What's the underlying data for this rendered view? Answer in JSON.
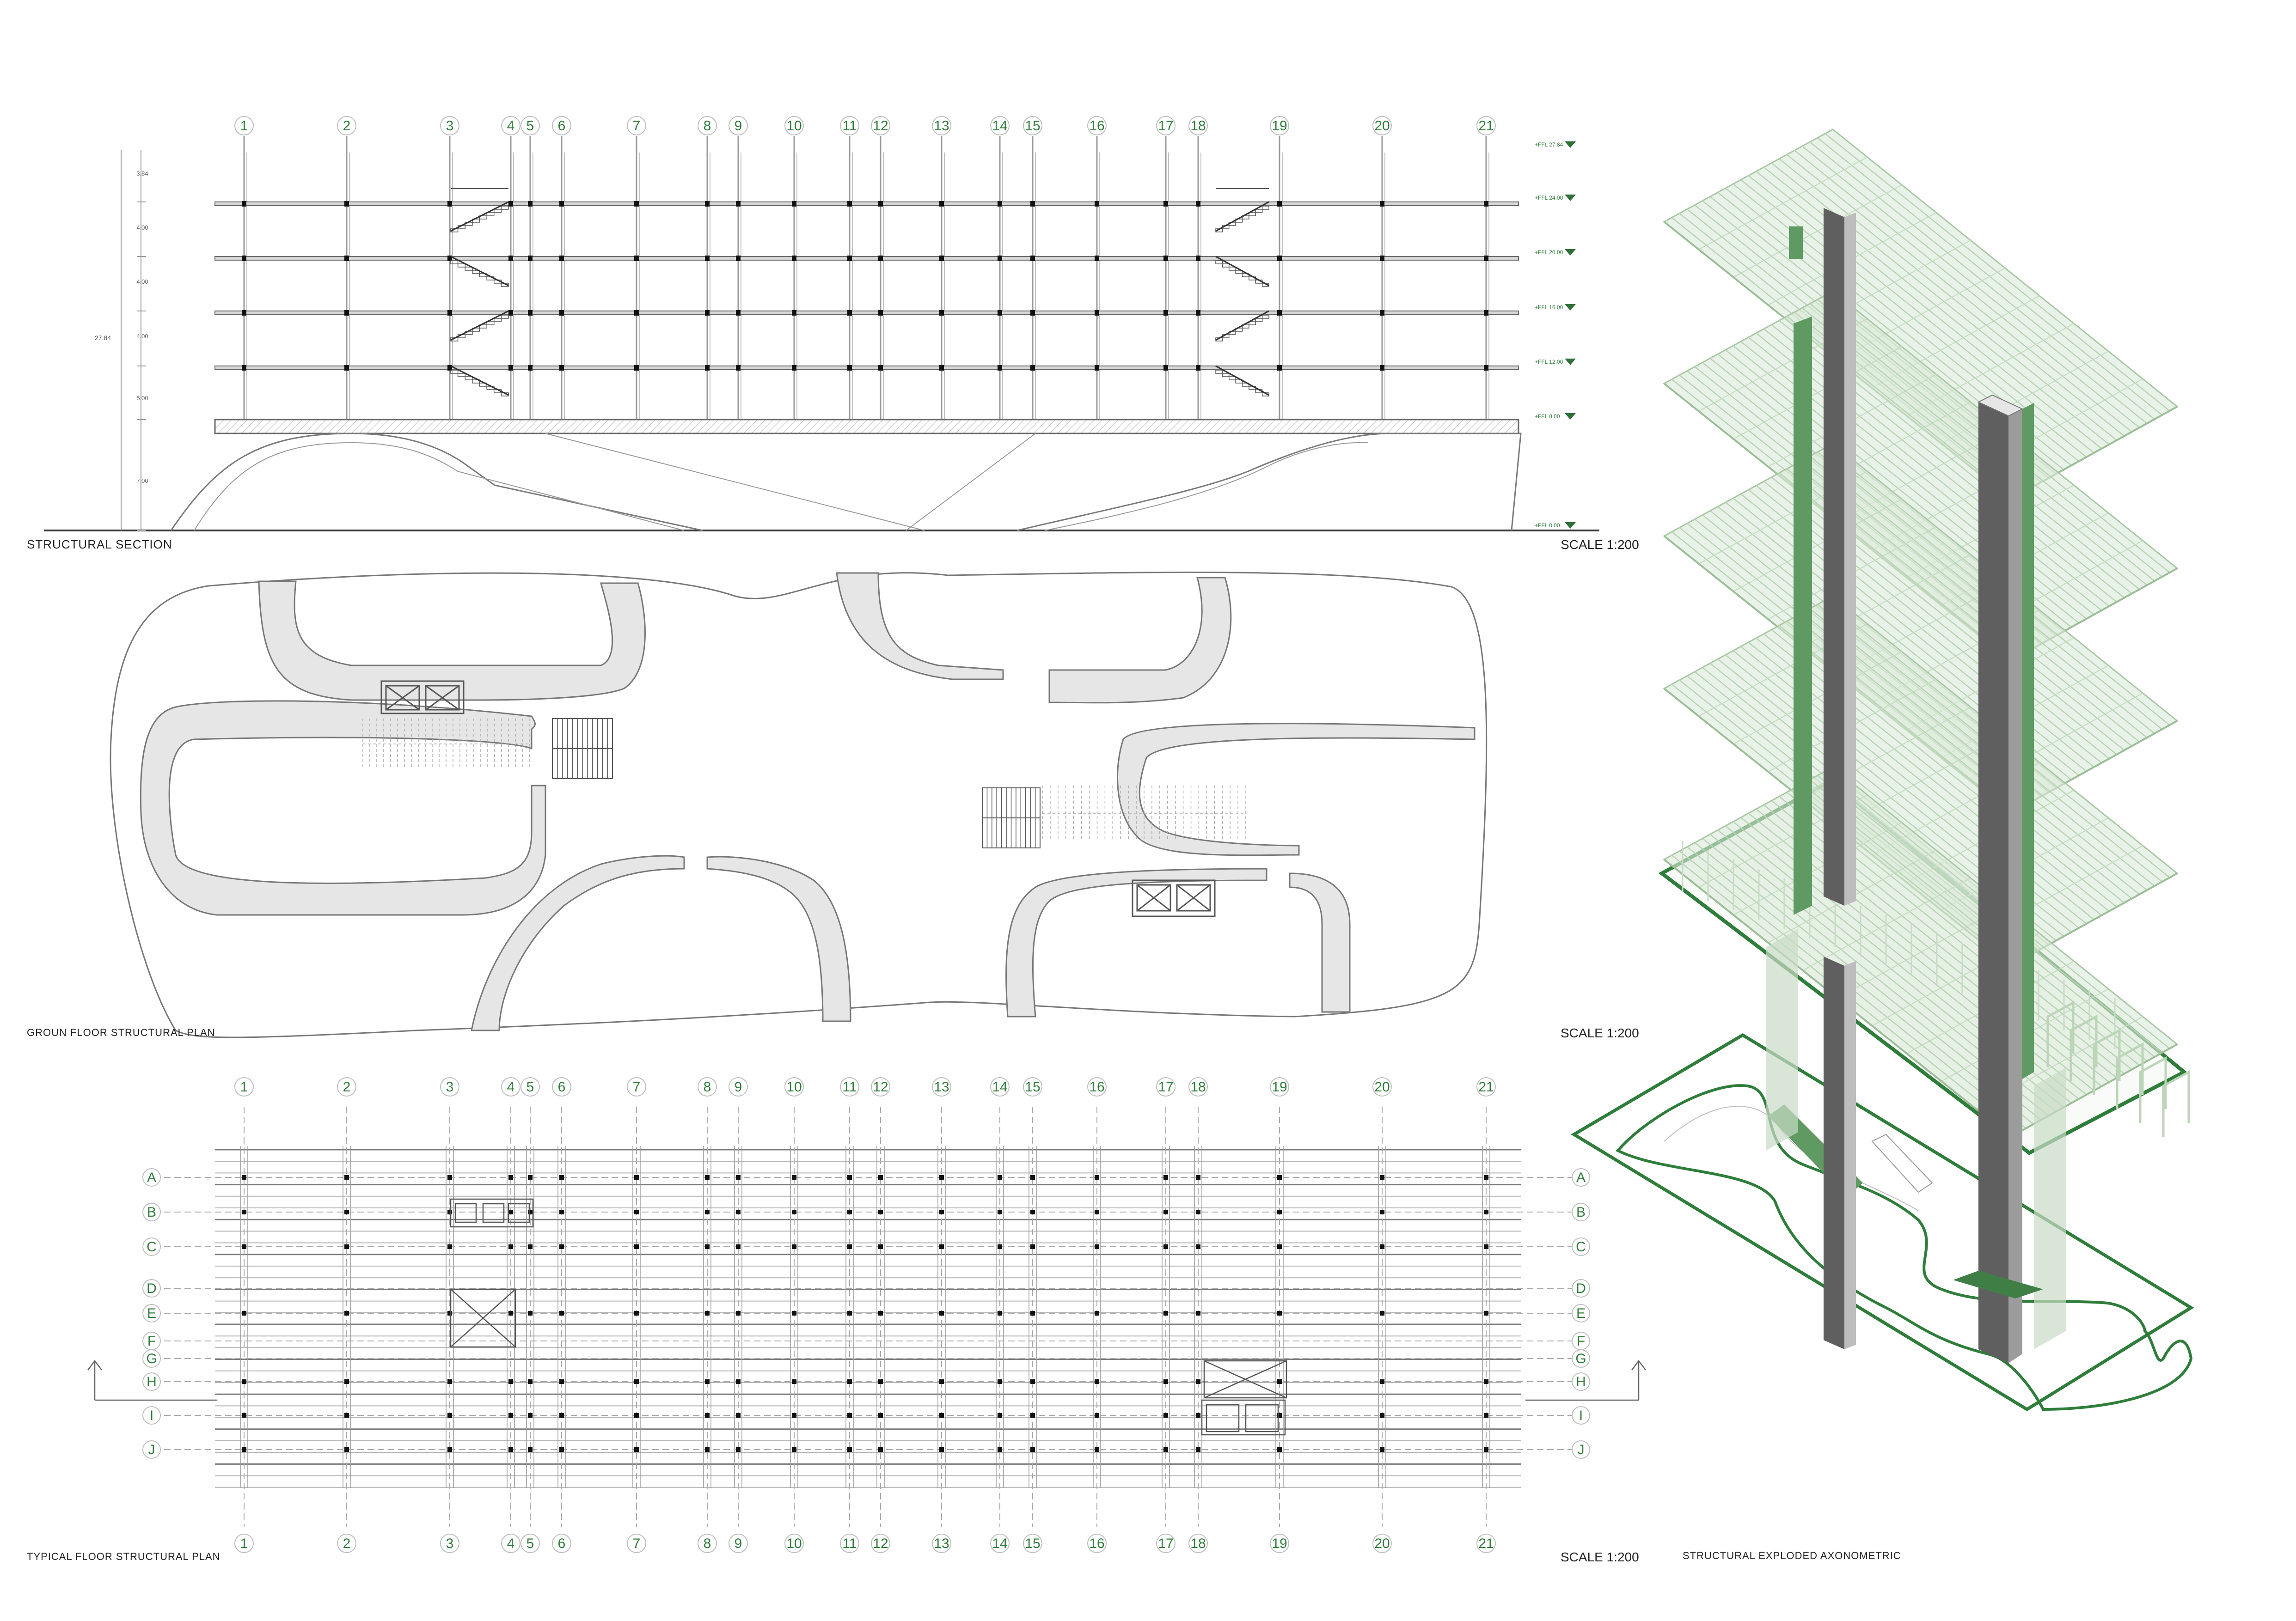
{
  "sheet": {
    "section_title": "STRUCTURAL SECTION",
    "ground_plan_title": "GROUN FLOOR STRUCTURAL PLAN",
    "typical_plan_title": "TYPICAL FLOOR  STRUCTURAL PLAN",
    "axonometric_title": "STRUCTURAL EXPLODED AXONOMETRIC",
    "scale_section": "SCALE 1:200",
    "scale_ground": "SCALE 1:200",
    "scale_typical": "SCALE 1:200"
  },
  "grid": {
    "columns": [
      "1",
      "2",
      "3",
      "4",
      "5",
      "6",
      "7",
      "8",
      "9",
      "10",
      "11",
      "12",
      "13",
      "14",
      "15",
      "16",
      "17",
      "18",
      "19",
      "20",
      "21"
    ],
    "rows": [
      "A",
      "B",
      "C",
      "D",
      "E",
      "F",
      "G",
      "H",
      "I",
      "J"
    ]
  },
  "section": {
    "levels": [
      "+FFL 27.84",
      "+FFL 24.00",
      "+FFL 20.00",
      "+FFL 16.00",
      "+FFL 12.00",
      "+FFL 8.00",
      "+FFL 0.00"
    ],
    "dims": [
      "3.84",
      "4.00",
      "4.00",
      "4.00",
      "5.00",
      "7.00"
    ],
    "total_height": "27.84"
  },
  "colors": {
    "accent": "#2f7d3a",
    "accent_light": "#c9dcc6",
    "line": "#8a8a8a",
    "dark_core": "#5f5f5f"
  }
}
